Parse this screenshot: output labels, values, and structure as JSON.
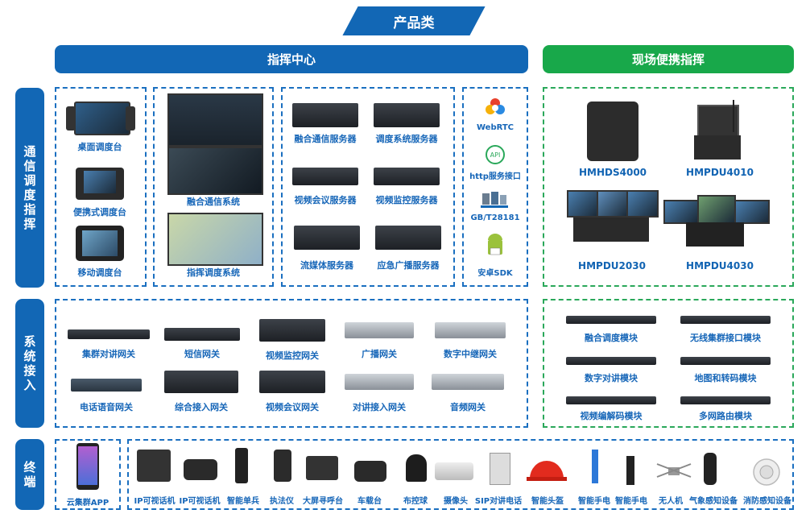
{
  "title": "产品类",
  "headers": {
    "command_center": "指挥中心",
    "field_portable": "现场便携指挥"
  },
  "side_labels": {
    "dispatch": "通信调度指挥",
    "access": "系统接入",
    "terminal": "终端"
  },
  "consoles": [
    "桌面调度台",
    "便携式调度台",
    "移动调度台"
  ],
  "systems": [
    "融合通信系统",
    "指挥调度系统"
  ],
  "servers": [
    "融合通信服务器",
    "调度系统服务器",
    "视频会议服务器",
    "视频监控服务器",
    "流媒体服务器",
    "应急广播服务器"
  ],
  "interfaces": [
    "WebRTC",
    "http服务接口",
    "GB/T28181",
    "安卓SDK"
  ],
  "portable_devices": [
    "HMHDS4000",
    "HMPDU4010",
    "HMPDU2030",
    "HMPDU4030"
  ],
  "gateways": [
    "集群对讲网关",
    "短信网关",
    "视频监控网关",
    "广播网关",
    "数字中继网关",
    "电话语音网关",
    "综合接入网关",
    "视频会议网关",
    "对讲接入网关",
    "音频网关"
  ],
  "modules": [
    "融合调度模块",
    "无线集群接口模块",
    "数字对讲模块",
    "地图和转码模块",
    "视频编解码模块",
    "多网路由模块"
  ],
  "app": "云集群APP",
  "terminals": [
    "IP可视话机",
    "IP可视话机",
    "智能单兵",
    "执法仪",
    "大屏寻呼台",
    "车载台",
    "布控球",
    "摄像头",
    "SIP对讲电话",
    "智能头盔",
    "智能手电",
    "智能手电",
    "无人机",
    "气象感知设备",
    "消防感知设备"
  ]
}
